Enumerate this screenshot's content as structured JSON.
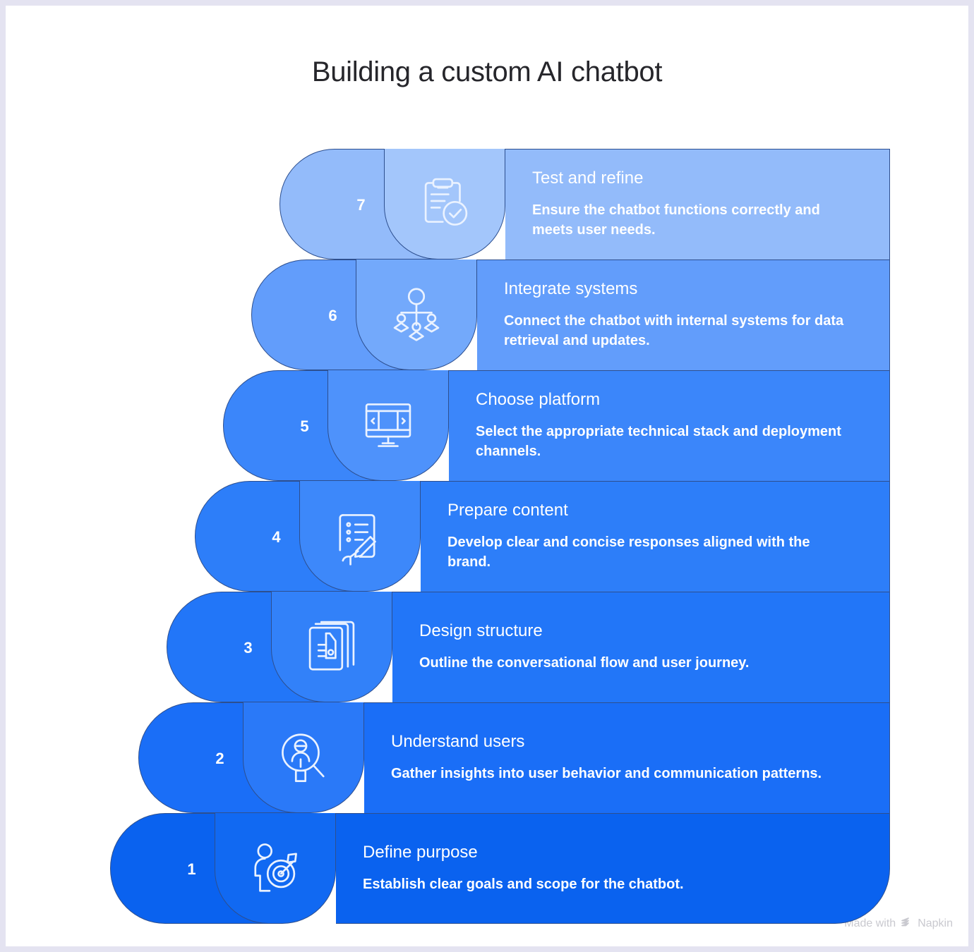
{
  "page": {
    "title": "Building a custom AI chatbot",
    "background": "#ffffff",
    "border_color": "#e4e3f1"
  },
  "watermark": {
    "prefix": "Made with",
    "brand": "Napkin",
    "logo_icon": "napkin-chevrons-icon",
    "color": "#c9c9cf"
  },
  "diagram": {
    "type": "stacked-pyramid-steps",
    "direction": "bottom-to-top",
    "step_count": 7,
    "steps": [
      {
        "number": "7",
        "title": "Test and refine",
        "description": "Ensure the chatbot functions correctly and meets user needs.",
        "icon": "clipboard-check-icon",
        "bar_color": "#93bbfa",
        "icon_panel_color": "#a3c6fb",
        "outline_color": "#2d4f8f"
      },
      {
        "number": "6",
        "title": "Integrate systems",
        "description": "Connect the chatbot with internal systems for data retrieval and updates.",
        "icon": "org-network-icon",
        "bar_color": "#629dfb",
        "icon_panel_color": "#73a9fb",
        "outline_color": "#2d4f8f"
      },
      {
        "number": "5",
        "title": "Choose platform",
        "description": "Select the appropriate technical stack and deployment channels.",
        "icon": "monitor-carousel-icon",
        "bar_color": "#3b86fa",
        "icon_panel_color": "#4e92fb",
        "outline_color": "#2d4f8f"
      },
      {
        "number": "4",
        "title": "Prepare content",
        "description": "Develop clear and concise responses aligned with the brand.",
        "icon": "checklist-hand-write-icon",
        "bar_color": "#2d7ef9",
        "icon_panel_color": "#3d88fa",
        "outline_color": "#2d4f8f"
      },
      {
        "number": "3",
        "title": "Design structure",
        "description": "Outline the conversational flow and user journey.",
        "icon": "blueprint-documents-icon",
        "bar_color": "#2276f8",
        "icon_panel_color": "#3281f9",
        "outline_color": "#2d4f8f"
      },
      {
        "number": "2",
        "title": "Understand users",
        "description": "Gather insights into user behavior and communication patterns.",
        "icon": "user-magnifier-icon",
        "bar_color": "#1a6ef7",
        "icon_panel_color": "#2a79f8",
        "outline_color": "#2d4f8f"
      },
      {
        "number": "1",
        "title": "Define purpose",
        "description": "Establish clear goals and scope for the chatbot.",
        "icon": "user-target-icon",
        "bar_color": "#0a62ef",
        "icon_panel_color": "#1169f2",
        "outline_color": "#2d4f8f"
      }
    ]
  }
}
